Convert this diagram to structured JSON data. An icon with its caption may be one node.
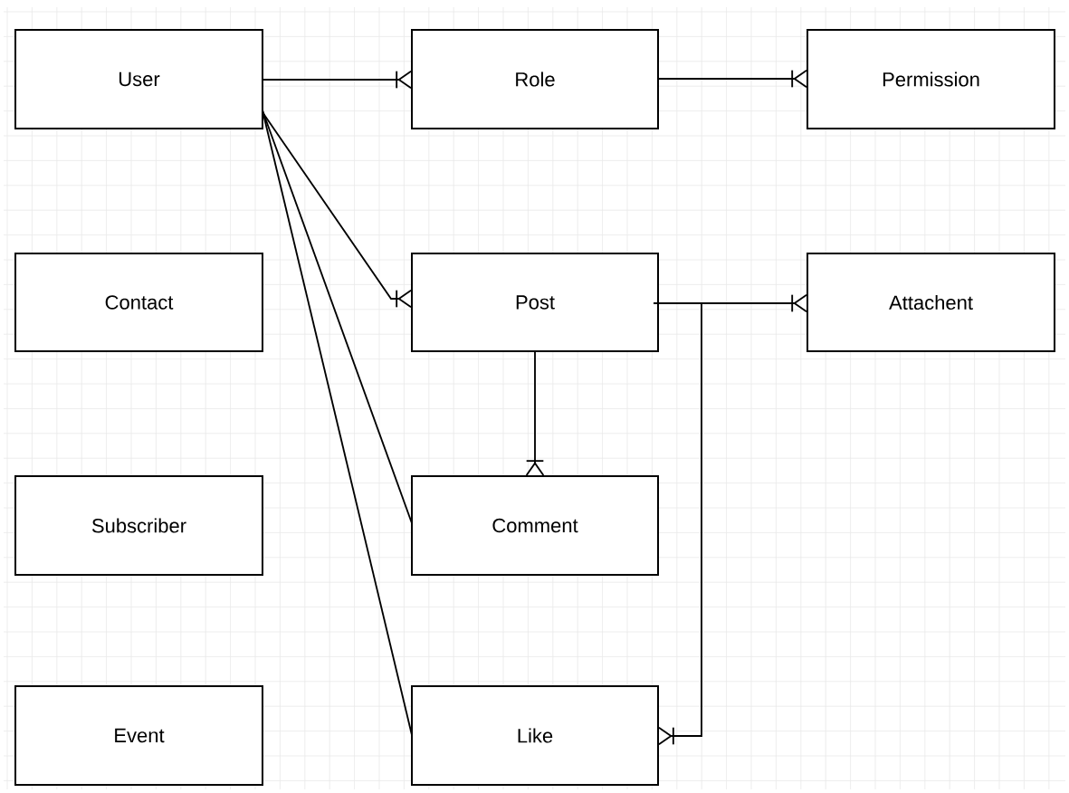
{
  "diagram": {
    "nodes": [
      {
        "text": [
          "User"
        ]
      },
      {
        "text": [
          "Role"
        ]
      },
      {
        "text": [
          "Permission"
        ]
      },
      {
        "text": [
          "Contact"
        ]
      },
      {
        "text": [
          "Post"
        ]
      },
      {
        "text": [
          "Attachent"
        ]
      },
      {
        "text": [
          "Subscriber"
        ]
      },
      {
        "text": [
          "Comment"
        ]
      },
      {
        "text": [
          "Event"
        ]
      },
      {
        "text": [
          "Like"
        ]
      }
    ],
    "edges": [
      {
        "from": 0,
        "to": 1,
        "arrow": "other"
      },
      {
        "from": 1,
        "to": 2,
        "arrow": "other"
      },
      {
        "from": 0,
        "to": 4,
        "arrow": "other"
      },
      {
        "from": 0,
        "to": 7,
        "arrow": "none"
      },
      {
        "from": 0,
        "to": 9,
        "arrow": "none"
      },
      {
        "from": 4,
        "to": 5,
        "arrow": "other"
      },
      {
        "from": 4,
        "to": 7,
        "arrow": "other"
      },
      {
        "from": 4,
        "to": 9,
        "arrow": "other"
      }
    ]
  }
}
